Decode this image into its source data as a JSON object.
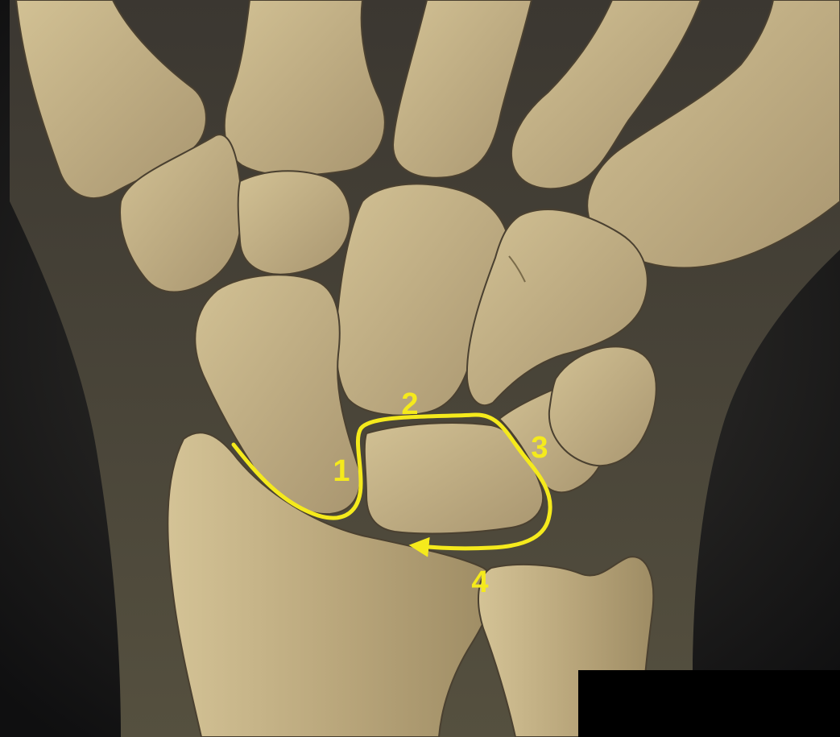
{
  "colors": {
    "background": "#000000",
    "bone_light": "#cfbd8d",
    "bone_dark": "#a69469",
    "soft_tissue": "#4a453c",
    "highlight": "#f5ea1c"
  },
  "labels": {
    "one": "1",
    "two": "2",
    "three": "3",
    "four": "4"
  },
  "annotation": {
    "path_icon": "arrow-path-icon"
  }
}
